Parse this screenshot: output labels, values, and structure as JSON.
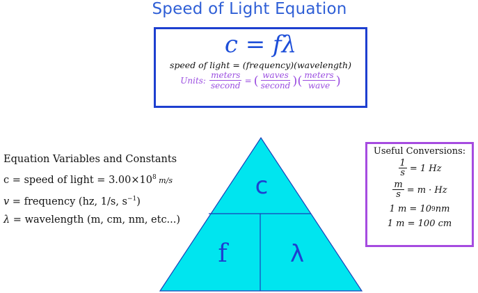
{
  "title": "Speed of Light Equation",
  "equation": {
    "main": "c = fλ",
    "words": "speed of light = (frequency)(wavelength)",
    "units_label": "Units:",
    "units": {
      "lhs_num": "meters",
      "lhs_den": "second",
      "eq": "=",
      "p1_num": "waves",
      "p1_den": "second",
      "p2_num": "meters",
      "p2_den": "wave"
    }
  },
  "variables": {
    "heading": "Equation Variables and Constants",
    "items": [
      {
        "sym": "c",
        "text": " = speed of light = 3.00×10",
        "sup": "8",
        "tail": " m/s"
      },
      {
        "sym": "v",
        "text": " =  frequency (hz, 1/s, s",
        "sup": "−1",
        "tail": ")"
      },
      {
        "sym": "λ",
        "text": " =  wavelength (m, cm, nm, etc...)",
        "sup": "",
        "tail": ""
      }
    ]
  },
  "triangle": {
    "fill": "#00e5ef",
    "top_label": "c",
    "left_label": "f",
    "right_label": "λ",
    "label_color": "#1e40d0"
  },
  "conversions": {
    "title": "Useful Conversions:",
    "row1": {
      "num": "1",
      "den": "s",
      "rhs": "= 1 Hz"
    },
    "row2": {
      "num": "m",
      "den": "s",
      "rhs": "= m · Hz"
    },
    "row3": {
      "lhs": "1 m =  10",
      "sup": "9",
      "rhs": " nm"
    },
    "row4": {
      "text": "1 m = 100 cm"
    }
  }
}
